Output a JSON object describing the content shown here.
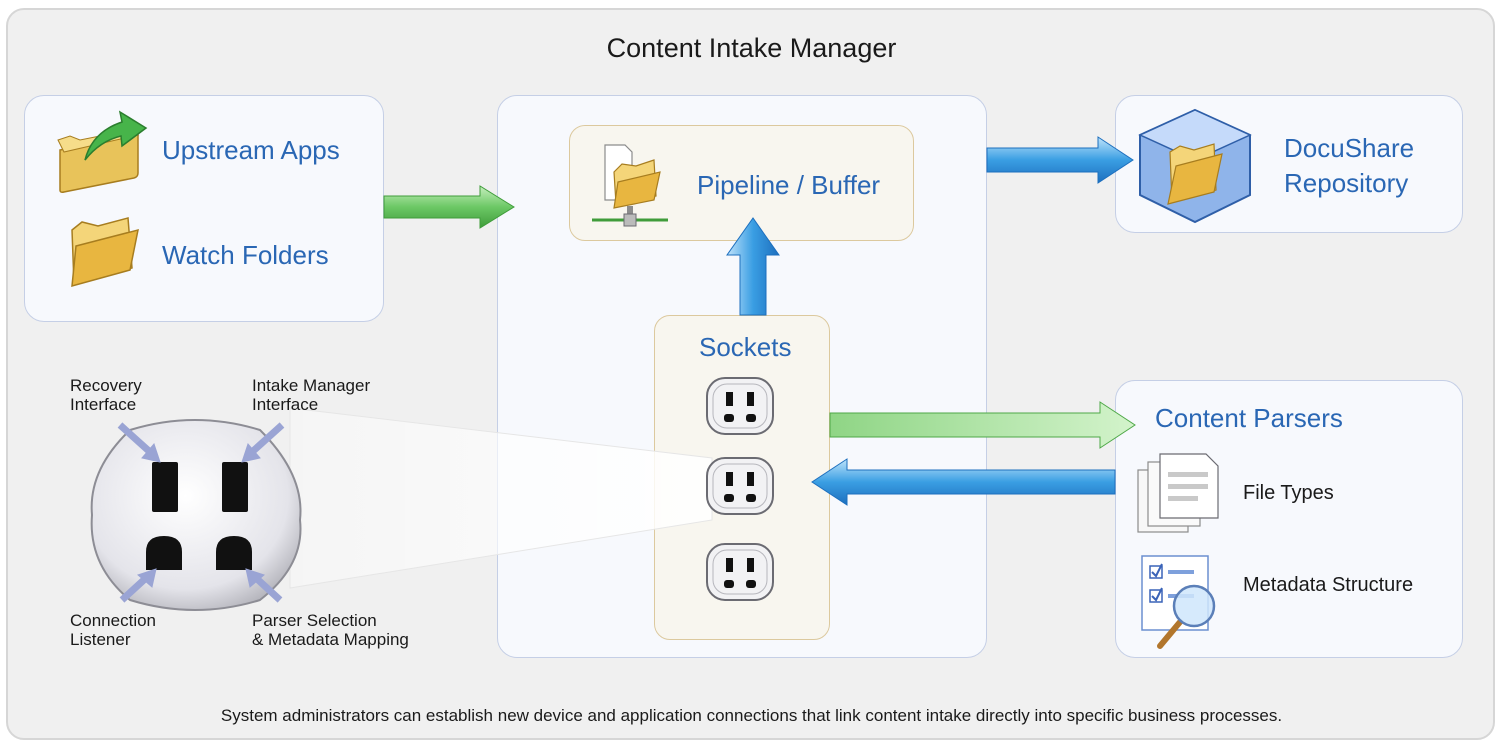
{
  "title": "Content Intake Manager",
  "sources": {
    "upstream_apps": "Upstream Apps",
    "watch_folders": "Watch Folders"
  },
  "pipeline": "Pipeline / Buffer",
  "repository": {
    "line1": "DocuShare",
    "line2": "Repository"
  },
  "sockets": "Sockets",
  "parsers": {
    "title": "Content Parsers",
    "file_types": "File Types",
    "metadata_structure": "Metadata Structure"
  },
  "socket_callouts": {
    "recovery": "Recovery\nInterface",
    "intake_manager": "Intake Manager\nInterface",
    "connection": "Connection\nListener",
    "parser_selection": "Parser Selection\n& Metadata Mapping"
  },
  "footer": "System administrators can establish new device and application connections that link content intake directly into specific business processes.",
  "colors": {
    "label_blue": "#2a67b4",
    "arrow_green": "#5fc05a",
    "arrow_blue": "#2f8fd6",
    "panel_border": "#c5cfe6",
    "inner_border": "#dcc99e"
  }
}
